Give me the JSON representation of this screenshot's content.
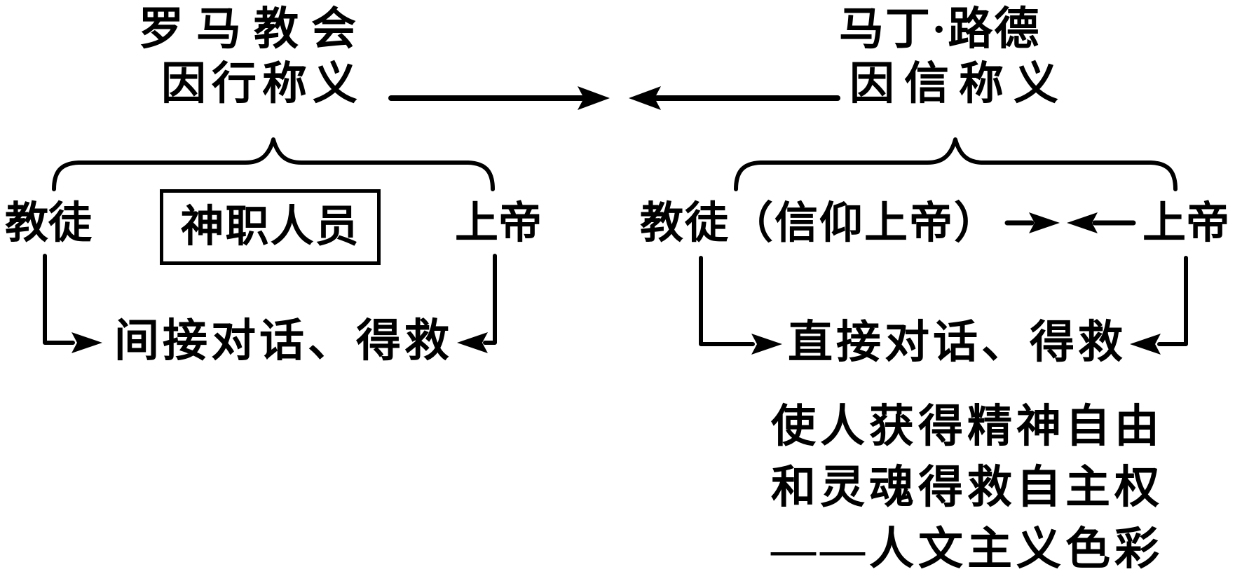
{
  "diagram": {
    "left": {
      "title_line1": "罗马教会",
      "title_line2": "因行称义",
      "believer": "教徒",
      "clergy": "神职人员",
      "god": "上帝",
      "result": "间接对话、得救"
    },
    "right": {
      "title_line1": "马丁·路德",
      "title_line2": "因信称义",
      "believer": "教徒（信仰上帝）",
      "god": "上帝",
      "result": "直接对话、得救",
      "note_line1": "使人获得精神自由",
      "note_line2": "和灵魂得救自主权",
      "note_line3": "——人文主义色彩"
    },
    "colors": {
      "ink": "#000000",
      "background": "#ffffff"
    }
  }
}
